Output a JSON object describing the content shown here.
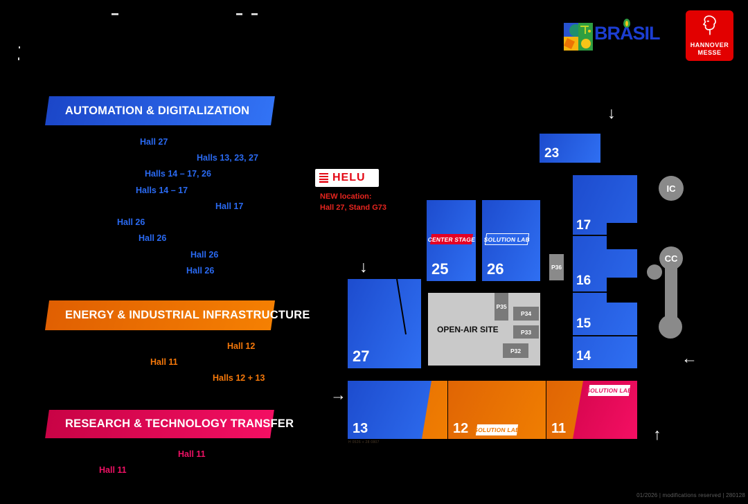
{
  "header": {
    "brasil": {
      "wordmark": "BRASIL"
    },
    "hannover": {
      "line1": "HANNOVER",
      "line2": "MESSE"
    }
  },
  "legend": {
    "sections": [
      {
        "title": "AUTOMATION & DIGITALIZATION",
        "halls": [
          "Hall 27",
          "Halls 13, 23, 27",
          "Halls 14 – 17, 26",
          "Halls 14 – 17",
          "Hall 17",
          "Hall 26",
          "Hall 26",
          "Hall 26",
          "Hall 26"
        ]
      },
      {
        "title": "ENERGY & INDUSTRIAL INFRASTRUCTURE",
        "halls": [
          "Hall 12",
          "Hall 11",
          "Halls 12 + 13"
        ]
      },
      {
        "title": "RESEARCH & TECHNOLOGY TRANSFER",
        "halls": [
          "Hall 11",
          "Hall 11"
        ]
      }
    ]
  },
  "notice": {
    "brand": "HELU",
    "line1": "NEW location:",
    "line2": "Hall 27, Stand G73"
  },
  "map": {
    "hall23": "23",
    "hall25": "25",
    "hall26": "26",
    "hall27": "27",
    "hall17": "17",
    "hall16": "16",
    "hall15": "15",
    "hall14": "14",
    "hall13": "13",
    "hall12": "12",
    "hall11": "11",
    "center_stage_badge": "CENTER STAGE",
    "solution_lab_badge": "SOLUTION LAB",
    "open_air_label": "OPEN-AIR SITE",
    "p32": "P32",
    "p33": "P33",
    "p34": "P34",
    "p35": "P35",
    "p36": "P36",
    "ic_label": "IC",
    "cc_label": "CC",
    "hall13_small_print": "H 0526 + 28 0807"
  },
  "arrows": {
    "down": "↓",
    "up": "↑",
    "left": "←",
    "right": "→"
  },
  "footer": {
    "note": "01/2026 | modifications reserved | 280128"
  },
  "colors": {
    "hall_blue": "#2563eb",
    "hall_orange": "#ee7203",
    "hall_pink": "#e50051",
    "hm_red": "#e20000",
    "structure_gray": "#8a8a8a",
    "open_air_gray": "#c9c9c9"
  }
}
